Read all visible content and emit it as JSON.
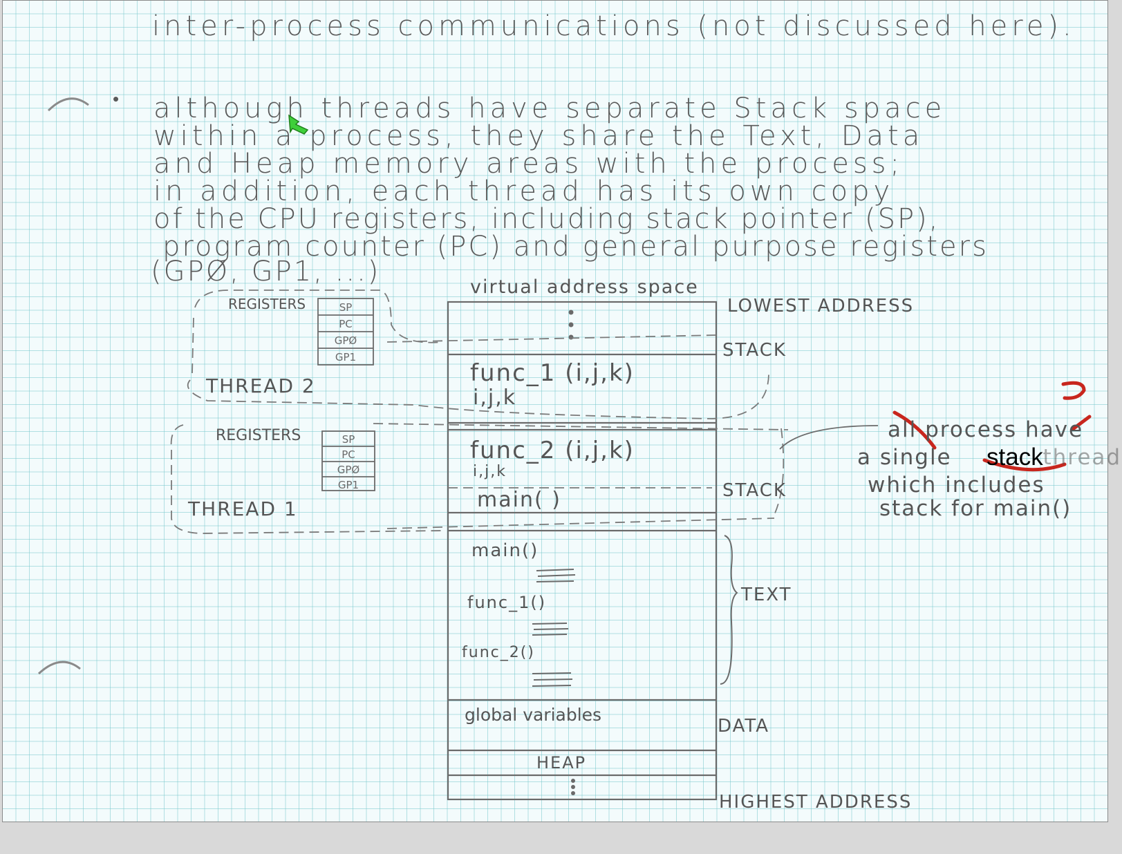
{
  "page": {
    "paper_color": "#f3fbfc",
    "grid_color": "#78c8cd",
    "ink_color": "#5a5a5a",
    "correction_color": "#c8261e"
  },
  "text": {
    "line_0": "inter-process communications (not discussed here).",
    "bullet": "•",
    "line_1": "although threads have separate Stack space",
    "line_2": "within a process, they share the Text, Data",
    "line_3": "and Heap memory areas with the process;",
    "line_4": "in addition, each thread has its own copy",
    "line_5": "of the CPU registers, including stack pointer (SP),",
    "line_6": "program counter (PC) and general purpose registers",
    "line_7": "(GPØ, GP1, ...)"
  },
  "diagram": {
    "title": "virtual address space",
    "lowest_address": "LOWEST ADDRESS",
    "highest_address": "HIGHEST ADDRESS",
    "labels": {
      "stack_top": "STACK",
      "stack_bottom": "STACK",
      "text": "TEXT",
      "data": "DATA"
    },
    "segments": {
      "func1_sig": "func_1 (i,j,k)",
      "func1_vars": "i,j,k",
      "func2_sig": "func_2 (i,j,k)",
      "func2_vars": "i,j,k",
      "main_frame": "main( )",
      "text_main": "main()",
      "text_func1": "func_1()",
      "text_func2": "func_2()",
      "globals": "global variables",
      "heap": "HEAP"
    },
    "threads": [
      {
        "name": "THREAD 2",
        "registers_label": "REGISTERS",
        "registers": [
          "SP",
          "PC",
          "GPØ",
          "GP1"
        ]
      },
      {
        "name": "THREAD 1",
        "registers_label": "REGISTERS",
        "registers": [
          "SP",
          "PC",
          "GPØ",
          "GP1"
        ]
      }
    ]
  },
  "annotation": {
    "line_1": "all process have",
    "line_2": "a single ",
    "line_2_tail": "thread,",
    "line_3": "which includes",
    "line_4": "stack for main()",
    "correction_word": "stack",
    "correction_mark": "s"
  },
  "icons": {
    "pointer": "green-arrow-icon"
  }
}
